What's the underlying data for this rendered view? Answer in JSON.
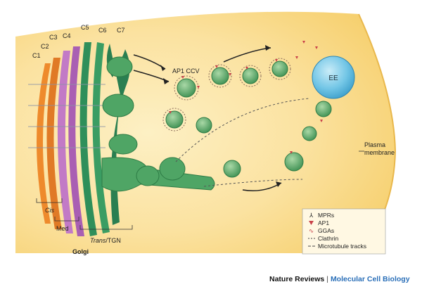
{
  "diagram": {
    "cisternae": [
      "C1",
      "C2",
      "C3",
      "C4",
      "C5",
      "C6",
      "C7"
    ],
    "labels": {
      "ap1_ccv": "AP1 CCV",
      "ee": "EE",
      "plasma_membrane_line1": "Plasma",
      "plasma_membrane_line2": "membrane",
      "cis": "Cis",
      "med": "Med",
      "trans_italic": "Trans",
      "trans_rest": "/TGN",
      "golgi": "Golgi"
    },
    "legend": {
      "items": [
        "MPRs",
        "AP1",
        "GGAs",
        "Clathrin",
        "Microtubule tracks"
      ]
    },
    "colors": {
      "cytoplasm": "#f8d98a",
      "cis": "#ee8a2c",
      "medial": "#c27ac6",
      "trans": "#2f8f5a",
      "vesicle": "#5fae6e",
      "ap1": "#c9424a",
      "ee": "#6cc6e6"
    }
  },
  "credit": {
    "publisher": "Nature Reviews",
    "separator": "|",
    "journal": "Molecular Cell Biology"
  }
}
